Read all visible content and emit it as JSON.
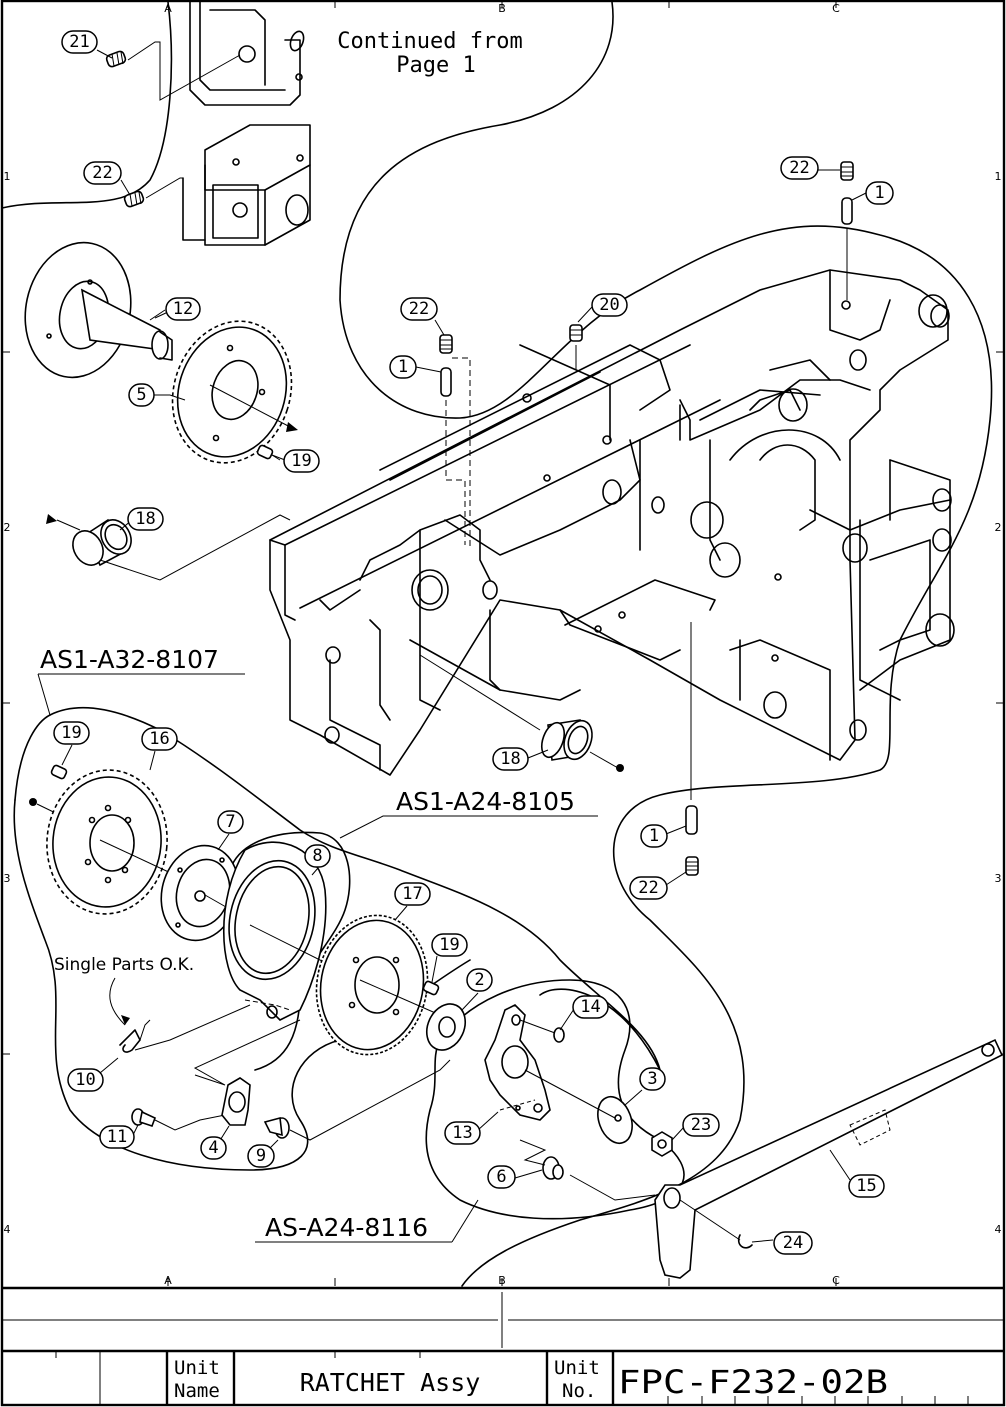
{
  "grid": {
    "columns": [
      "A",
      "B",
      "C"
    ],
    "rows": [
      "1",
      "2",
      "3",
      "4"
    ]
  },
  "continued_note": {
    "line1": "Continued from",
    "line2": "Page 1"
  },
  "assemblies": [
    {
      "id": "AS1-A32-8107",
      "label": "AS1-A32-8107"
    },
    {
      "id": "AS1-A24-8105",
      "label": "AS1-A24-8105"
    },
    {
      "id": "AS-A24-8116",
      "label": "AS-A24-8116"
    }
  ],
  "note_single_parts": "Single Parts O.K.",
  "callouts": [
    {
      "n": "21"
    },
    {
      "n": "22"
    },
    {
      "n": "12"
    },
    {
      "n": "5"
    },
    {
      "n": "19"
    },
    {
      "n": "18"
    },
    {
      "n": "22"
    },
    {
      "n": "1"
    },
    {
      "n": "22"
    },
    {
      "n": "20"
    },
    {
      "n": "1"
    },
    {
      "n": "18"
    },
    {
      "n": "19"
    },
    {
      "n": "16"
    },
    {
      "n": "7"
    },
    {
      "n": "8"
    },
    {
      "n": "17"
    },
    {
      "n": "19"
    },
    {
      "n": "2"
    },
    {
      "n": "14"
    },
    {
      "n": "3"
    },
    {
      "n": "23"
    },
    {
      "n": "13"
    },
    {
      "n": "6"
    },
    {
      "n": "10"
    },
    {
      "n": "11"
    },
    {
      "n": "4"
    },
    {
      "n": "9"
    },
    {
      "n": "1"
    },
    {
      "n": "22"
    },
    {
      "n": "15"
    },
    {
      "n": "24"
    }
  ],
  "title_block": {
    "unit_name_label_1": "Unit",
    "unit_name_label_2": "Name",
    "unit_name": "RATCHET Assy",
    "unit_no_label_1": "Unit",
    "unit_no_label_2": "No.",
    "unit_no": "FPC-F232-02B"
  }
}
